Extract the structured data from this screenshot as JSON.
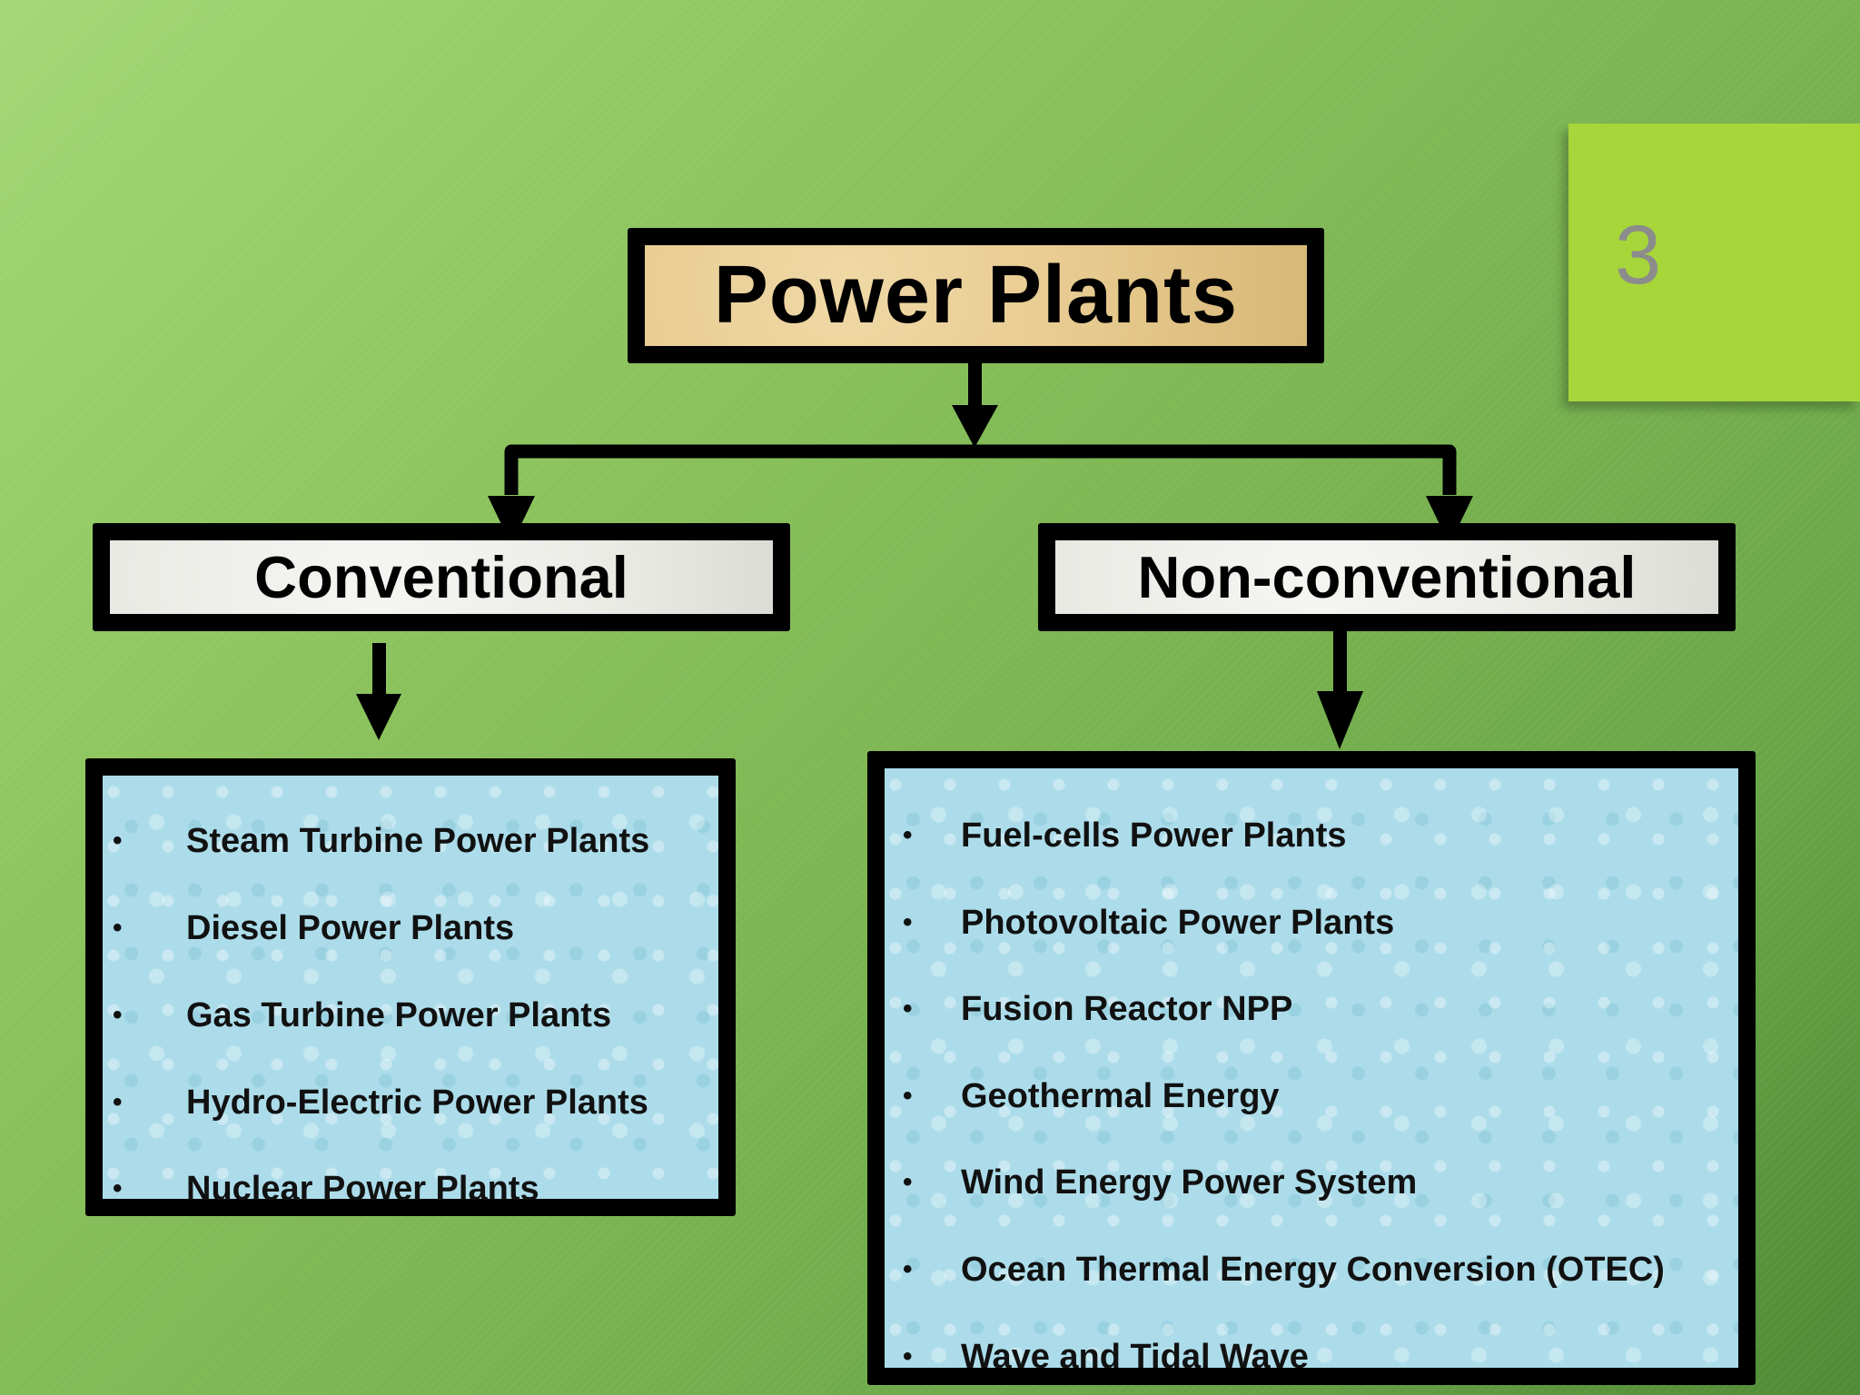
{
  "slide": {
    "page_number": "3",
    "colors": {
      "background_green": "#7bb451",
      "page_tab": "#a6d63a",
      "page_number": "#8c8c8c",
      "title_box": "#e6c98e",
      "category_box": "#ebebe6",
      "list_box": "#acdcea"
    }
  },
  "diagram": {
    "title": "Power Plants",
    "conventional": {
      "label": "Conventional",
      "items": [
        "Steam Turbine Power Plants",
        "Diesel Power Plants",
        "Gas Turbine Power Plants",
        "Hydro-Electric Power Plants",
        "Nuclear Power Plants"
      ]
    },
    "non_conventional": {
      "label": "Non-conventional",
      "items": [
        "Fuel-cells Power Plants",
        "Photovoltaic Power Plants",
        "Fusion Reactor NPP",
        "Geothermal Energy",
        "Wind Energy Power System",
        "Ocean Thermal Energy Conversion (OTEC)",
        "Wave and Tidal Wave"
      ]
    },
    "bullet": "•"
  }
}
